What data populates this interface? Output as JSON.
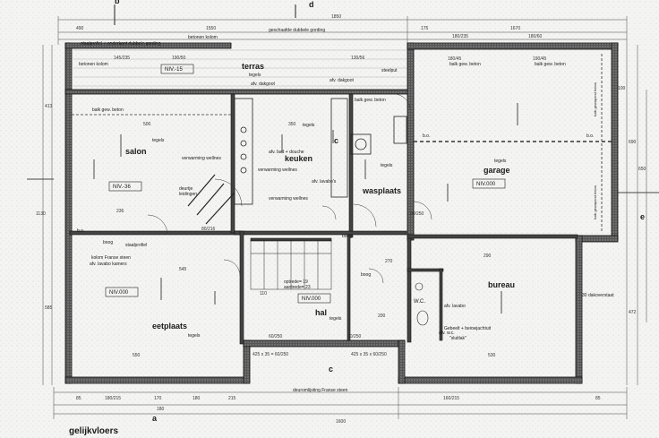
{
  "drawing": {
    "title": "gelijkvloers",
    "sections": {
      "a": "a",
      "b": "b",
      "c": "c",
      "d": "d",
      "e": "e"
    },
    "top_labels": {
      "dubbele_goring": "geschaafde dubbele gording",
      "betonen_kolom_top": "betonen kolom",
      "betonen_kolom_left": "betonen kolom",
      "staalprofiel": "staalprofiel + onderkant dubbele gording",
      "afv_dakgoot_left": "afv. dakgoot",
      "afv_dakgoot_right": "afv. dakgoot",
      "steelput": "steelput"
    },
    "top_dims": [
      "490",
      "145/235",
      "190/50",
      "130/56",
      "1850",
      "1550",
      "180/235",
      "180/60",
      "180/45",
      "190/45",
      "175",
      "1670"
    ],
    "bottom_dims": [
      "85",
      "180/215",
      "170",
      "180",
      "215",
      "180",
      "1600",
      "160/215",
      "85"
    ],
    "left_dims": [
      "413",
      "1130",
      "585"
    ],
    "right_dims": [
      "690",
      "472",
      "650",
      "100"
    ]
  },
  "rooms": {
    "terras": {
      "name": "terras",
      "floor": "tegels",
      "level": "NIV.-15"
    },
    "salon": {
      "name": "salon",
      "floor": "tegels",
      "level": "NIV.-36"
    },
    "keuken": {
      "name": "keuken",
      "floor": "tegels"
    },
    "wasplaats": {
      "name": "wasplaats",
      "floor": "tegels"
    },
    "garage": {
      "name": "garage",
      "floor": "tegels",
      "level": "NIV.000"
    },
    "eetplaats": {
      "name": "eetplaats",
      "floor": "tegels",
      "level": "NIV.000"
    },
    "hal": {
      "name": "hal",
      "floor": "tegels",
      "level": "NIV.000"
    },
    "bureau": {
      "name": "bureau"
    },
    "wc": {
      "name": "W.C."
    }
  },
  "notes": {
    "balk_salon": "balk gew. beton",
    "balk_wasplaats": "balk gew. beton",
    "balk_garage_l": "balk gew. beton",
    "balk_garage_r": "balk gew. beton",
    "balk_right": "balk gewapend beton",
    "balk_right2": "balk gewapend beton",
    "afv_bad": "afv. bad + douche",
    "afv_lavabo_k": "afv. lavabo's",
    "verwarming_w1": "verwarming wellnes",
    "verwarming_w2": "verwarming wellnes",
    "verwarming_salon": "verwarming wellnes",
    "deurtje": "deurtje",
    "leidingen": "leidingen",
    "kolom_franse": "kolom Franse steen",
    "afv_lavabo_kamers": "afv. lavabo kamers",
    "staalprofiel_mid": "staalprofiel",
    "optrede": "optrede= 19",
    "aantrede": "aantrede= 23",
    "afv_lavabo_wc": "afv. lavabo",
    "afv_wc": "afv. w.c.",
    "gebeelt": "Gebeelt + beiowjachtuit",
    "sluitlak": "\"sluitlak\"",
    "dakoverstaat": "30 dakoverstaat",
    "deurpuit": "deuromlijsting Franse steen",
    "boog1": "boog",
    "boog2": "boog",
    "boog3": "boog",
    "bo1": "b.o.",
    "bo2": "b.o.",
    "bo3": "b.o."
  },
  "inner_dims": {
    "d500": "500",
    "d550": "550",
    "d545": "545",
    "d236": "236",
    "d270": "270",
    "d290": "290",
    "d110": "110",
    "d200": "200",
    "d530": "530",
    "d350": "350",
    "d90_250": "90/250",
    "d80_216": "80/216",
    "win1": "425 x 35 = 60/250",
    "win2": "425 x 35 x 60/250",
    "win3": "60/250",
    "win4": "60/250"
  }
}
